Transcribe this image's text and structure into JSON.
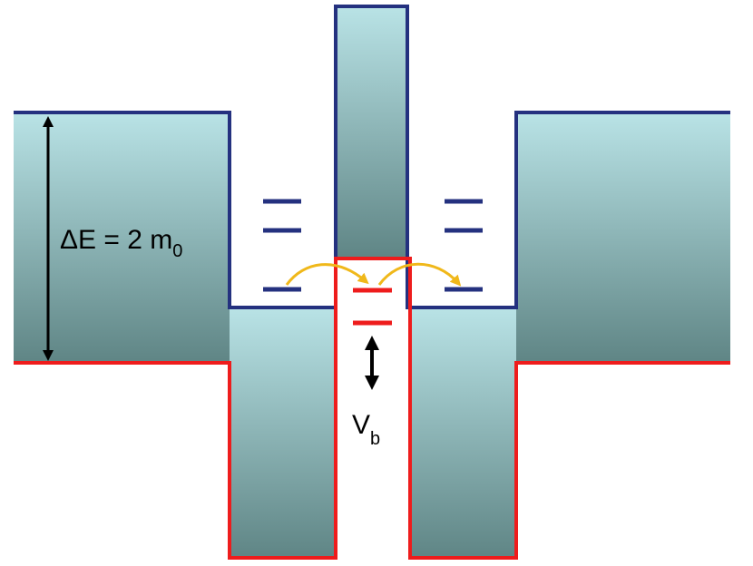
{
  "labels": {
    "delta_e": "ΔE = 2 m",
    "delta_e_sub": "0",
    "bias": "V",
    "bias_sub": "b"
  },
  "colors": {
    "block_top": "#b9e3e6",
    "block_bottom": "#5f8585",
    "conduction_band": "#24317f",
    "valence_band": "#ee1c1c",
    "tunneling_arrow": "#f0b81a",
    "dimension_arrow": "#000000"
  }
}
